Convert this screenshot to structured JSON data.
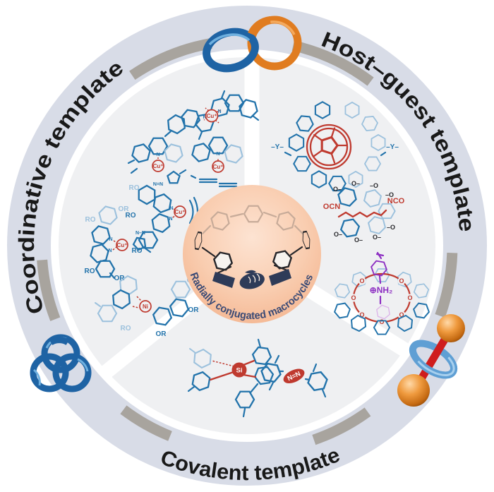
{
  "figure_type": "circular graphical abstract diagram",
  "center": {
    "label": "Radially conjugated macrocycles"
  },
  "sections": {
    "coordinative": {
      "label": "Coordinative template"
    },
    "host_guest": {
      "label": "Host–guest template"
    },
    "covalent": {
      "label": "Covalent template"
    }
  },
  "chem": {
    "cu": "Cu⁺",
    "ni": "Ni",
    "si": "Si",
    "azo": "N=N",
    "nn": "N–N",
    "n": "N",
    "ro": "RO",
    "or": "OR",
    "y": "–Y–",
    "ocn": "OCN",
    "nco": "NCO",
    "o_me": "O–",
    "o_me_rev": "–O",
    "o": "O",
    "nh2": "⊕NH₂"
  },
  "icons": {
    "catenane_icon": {
      "meaning": "interlocked rings",
      "blue": "#1e63a4",
      "orange": "#e07c20"
    },
    "trefoil_knot_icon": {
      "meaning": "trefoil knot",
      "blue": "#1e63a4"
    },
    "rotaxane_icon": {
      "meaning": "rotaxane dumbbell in ring",
      "ring": "#5f9fd4",
      "axle": "#cf1d1d",
      "stopper": "#e08a33"
    }
  },
  "colors": {
    "outer_ring": "#d8dce7",
    "dash": "#a8a49e",
    "sector": "#eff0f2",
    "divider": "#ffffff",
    "center_circle": "#f6bd9b",
    "template_text": "#191919",
    "center_text": "#3a4a75",
    "chem_blue": "#2273ab",
    "chem_light_blue": "#9cc1dd",
    "chem_red": "#bf3a2f",
    "chem_purple": "#8d2fc2",
    "chem_black": "#26262a",
    "handshake": "#2e3b58"
  }
}
